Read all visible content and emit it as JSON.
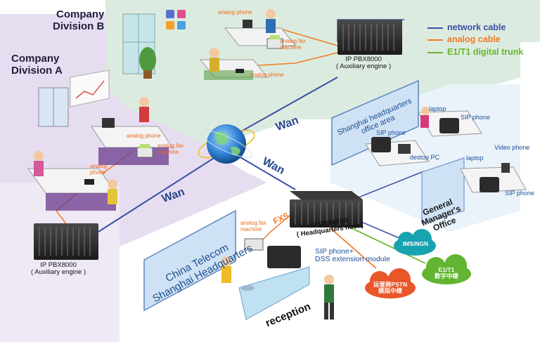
{
  "zones": {
    "division_a": "Company\nDivision A",
    "division_b": "Company\nDivision B",
    "shanghai_office": "Shanghai headquarters\noffice area",
    "china_telecom": "China Telecom\nShanghai Headquarters",
    "gm_office": "General\nManager's\nOffice",
    "reception": "reception"
  },
  "pbx": {
    "aux_b": "IP PBX8000\n( Auxiliary engine )",
    "aux_a": "IP PBX8000\n( Auxiliary engine )",
    "host": "IP PBX8000\n( Headquarters host )"
  },
  "wan_labels": [
    "Wan",
    "Wan",
    "Wan"
  ],
  "legend": [
    {
      "label": "network cable",
      "color": "#3a4fa6"
    },
    {
      "label": "analog cable",
      "color": "#f07b2a"
    },
    {
      "label": "E1/T1 digital trunk",
      "color": "#6cb52d"
    }
  ],
  "device_labels": {
    "b_analog_phone_1": "analog phone",
    "b_analog_fax": "analog fax\nmachine",
    "b_analog_phone_2": "analog phone",
    "a_analog_phone_1": "analog phone",
    "a_analog_fax": "analog fax\nmachine",
    "a_analog_phone_2": "analog\nphone",
    "laptop_1": "laptop",
    "sip_phone_1": "SIP phone",
    "sip_phone_2": "SIP phone",
    "desktop_pc": "destop PC",
    "laptop_2": "laptop",
    "video_phone": "Video  phone",
    "sip_phone_3": "SIP phone",
    "host_fax": "analog fax\nmachine",
    "fxs": "FXS",
    "sip_dss": "SIP phone+\nDSS extension module"
  },
  "clouds": {
    "ims": "IMS/NGN",
    "e1t1": "E1/T1\n数字中继",
    "pstn": "运营商PSTN\n模拟中继"
  },
  "colors": {
    "network": "#3a4fa6",
    "analog": "#f07b2a",
    "digital": "#6cb52d",
    "purple_zone": "#e6dcef",
    "green_zone": "#dfeee2",
    "blue_zone": "#dbe9f6"
  }
}
